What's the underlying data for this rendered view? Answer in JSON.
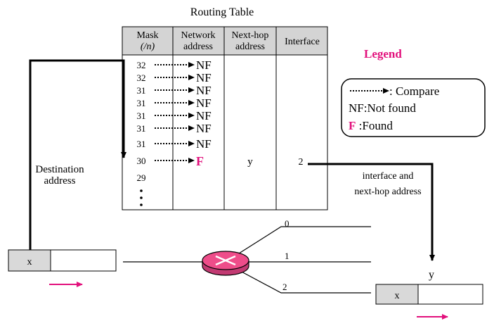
{
  "title": "Routing Table",
  "table": {
    "headers": [
      {
        "line1": "Mask",
        "line2": "(/n)"
      },
      {
        "line1": "Network",
        "line2": "address"
      },
      {
        "line1": "Next-hop",
        "line2": "address"
      },
      {
        "line1": "Interface",
        "line2": ""
      }
    ],
    "masks": [
      "32",
      "32",
      "31",
      "31",
      "31",
      "31",
      "31",
      "30",
      "29"
    ],
    "results": [
      "NF",
      "NF",
      "NF",
      "NF",
      "NF",
      "NF",
      "NF",
      "F"
    ],
    "found_next_hop": "y",
    "found_interface": "2"
  },
  "legend": {
    "title": "Legend",
    "compare": ": Compare",
    "not_found": "NF:Not found",
    "found_letter": "F",
    "found_text": " :Found"
  },
  "labels": {
    "destination_line1": "Destination",
    "destination_line2": "address",
    "output_line1": "interface and",
    "output_line2": "next-hop address",
    "next_hop_y": "y"
  },
  "packet_in": {
    "address": "x"
  },
  "packet_out": {
    "address": "x"
  },
  "router_ports": [
    "0",
    "1",
    "2"
  ],
  "colors": {
    "accent": "#e2107c",
    "router_fill": "#ee4d8a",
    "cell_gray": "#d9d9d9",
    "header_gray": "#d4d4d4",
    "line": "#000000"
  }
}
